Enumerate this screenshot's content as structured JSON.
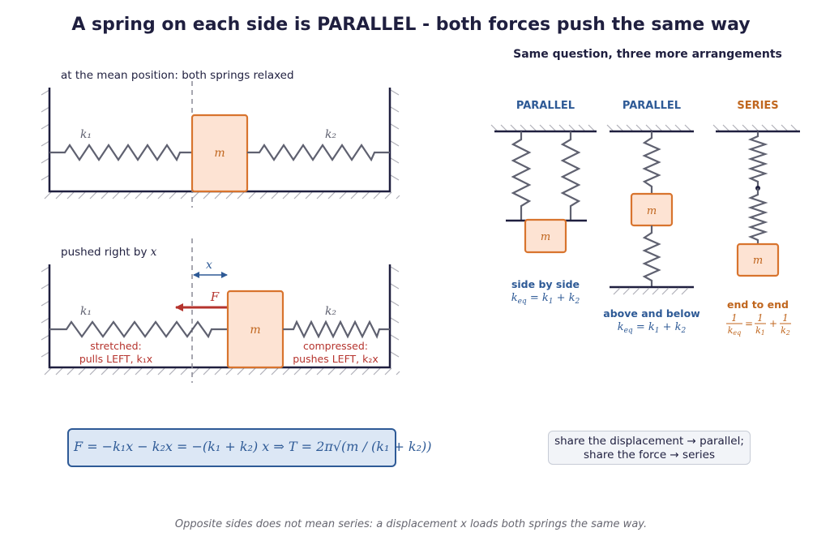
{
  "title": "A spring on each side is PARALLEL - both forces push the same way",
  "left_top": {
    "caption": "at the mean position: both springs relaxed",
    "k1": "k₁",
    "k2": "k₂",
    "mass": "m"
  },
  "left_bottom": {
    "caption_prefix": "pushed right by ",
    "caption_var": "x",
    "disp": "x",
    "force": "F",
    "k1": "k₁",
    "k2": "k₂",
    "mass": "m",
    "note_left_1": "stretched:",
    "note_left_2": "pulls LEFT, k₁x",
    "note_right_1": "compressed:",
    "note_right_2": "pushes LEFT, k₂x"
  },
  "formula": "F = −k₁x − k₂x = −(k₁ + k₂) x   ⇒   T = 2π√(m / (k₁ + k₂))",
  "right": {
    "title": "Same question, three more arrangements",
    "col1": {
      "heading": "PARALLEL",
      "mass": "m",
      "desc": "side by side",
      "eq": "k_eq = k₁ + k₂"
    },
    "col2": {
      "heading": "PARALLEL",
      "mass": "m",
      "desc": "above and below",
      "eq": "k_eq = k₁ + k₂"
    },
    "col3": {
      "heading": "SERIES",
      "mass": "m",
      "desc": "end to end",
      "eq": "1/k_eq = 1/k₁ + 1/k₂"
    }
  },
  "hint": {
    "line1": "share the displacement → parallel;",
    "line2": "share the force → series"
  },
  "footer": "Opposite sides does not mean series: a displacement x loads both springs the same way.",
  "colors": {
    "navy": "#1f1f3f",
    "blue": "#2e5a96",
    "orange": "#d8742e",
    "mass_fill": "#fde3d3",
    "red": "#b5332d",
    "spring": "#5f6170",
    "hatch": "#b0b0b8",
    "series": "#c0661e"
  }
}
